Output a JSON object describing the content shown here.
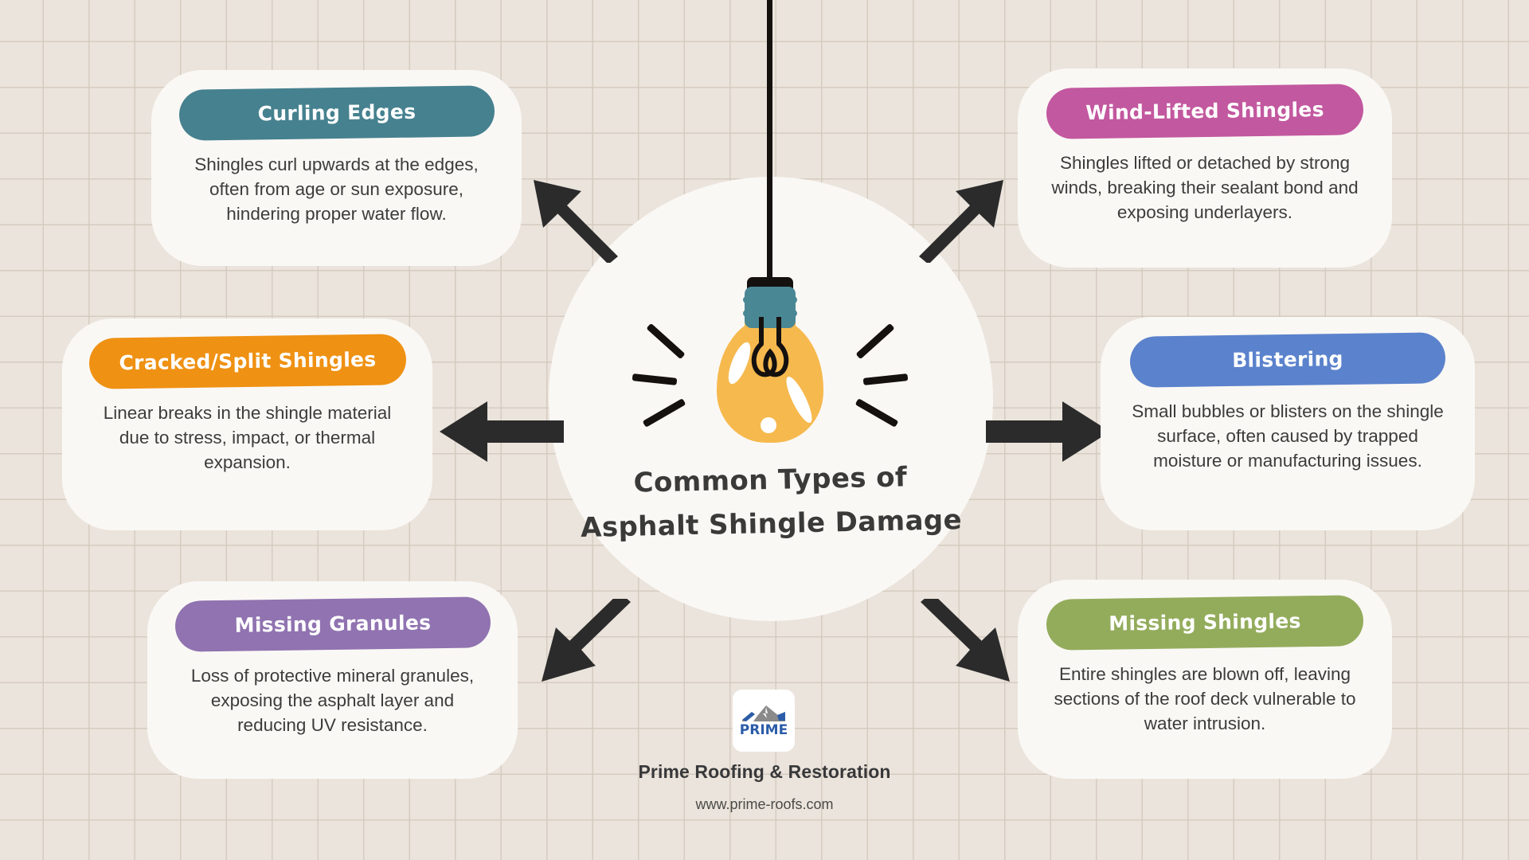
{
  "meta": {
    "background_color": "#EBE4DC",
    "grid_line_color": "#D2C8BC",
    "card_bg_color": "#FAF8F5",
    "arrow_color": "#2B2B2B",
    "title_color": "#3A3A38",
    "body_text_color": "#3C3C3A"
  },
  "center": {
    "title_line1": "Common Types of",
    "title_line2": "Asphalt Shingle Damage",
    "bulb": {
      "glass_color": "#F6B94E",
      "socket_color": "#4A8795",
      "cap_color": "#14110F",
      "highlight_color": "#FFFFFF"
    }
  },
  "cards": [
    {
      "id": "curling",
      "title": "Curling Edges",
      "description": "Shingles curl upwards at the edges, often from age or sun exposure, hindering proper water flow.",
      "accent": "#46818F",
      "position": "top-left"
    },
    {
      "id": "cracked",
      "title": "Cracked/Split Shingles",
      "description": "Linear breaks in the shingle material due to stress, impact, or thermal expansion.",
      "accent": "#EF9113",
      "position": "middle-left"
    },
    {
      "id": "granules",
      "title": "Missing Granules",
      "description": "Loss of protective mineral granules, exposing the asphalt layer and reducing UV resistance.",
      "accent": "#9073B0",
      "position": "bottom-left"
    },
    {
      "id": "wind",
      "title": "Wind-Lifted Shingles",
      "description": "Shingles lifted or detached by strong winds, breaking their sealant bond and exposing underlayers.",
      "accent": "#C2589F",
      "position": "top-right"
    },
    {
      "id": "blistering",
      "title": "Blistering",
      "description": "Small bubbles or blisters on the shingle surface, often caused by trapped moisture or manufacturing issues.",
      "accent": "#5B82CC",
      "position": "middle-right"
    },
    {
      "id": "missing",
      "title": "Missing Shingles",
      "description": "Entire shingles are blown off, leaving sections of the roof deck vulnerable to water intrusion.",
      "accent": "#93AC5C",
      "position": "bottom-right"
    }
  ],
  "arrows": [
    {
      "id": "arrow-top-left",
      "direction": "up-left"
    },
    {
      "id": "arrow-middle-left",
      "direction": "left"
    },
    {
      "id": "arrow-bottom-left",
      "direction": "down-left"
    },
    {
      "id": "arrow-top-right",
      "direction": "up-right"
    },
    {
      "id": "arrow-middle-right",
      "direction": "right"
    },
    {
      "id": "arrow-bottom-right",
      "direction": "down-right"
    }
  ],
  "footer": {
    "logo_text": "PRIME",
    "logo_color": "#2B5CA8",
    "logo_roof_color": "#8A8A8A",
    "brand": "Prime Roofing & Restoration",
    "website": "www.prime-roofs.com"
  }
}
